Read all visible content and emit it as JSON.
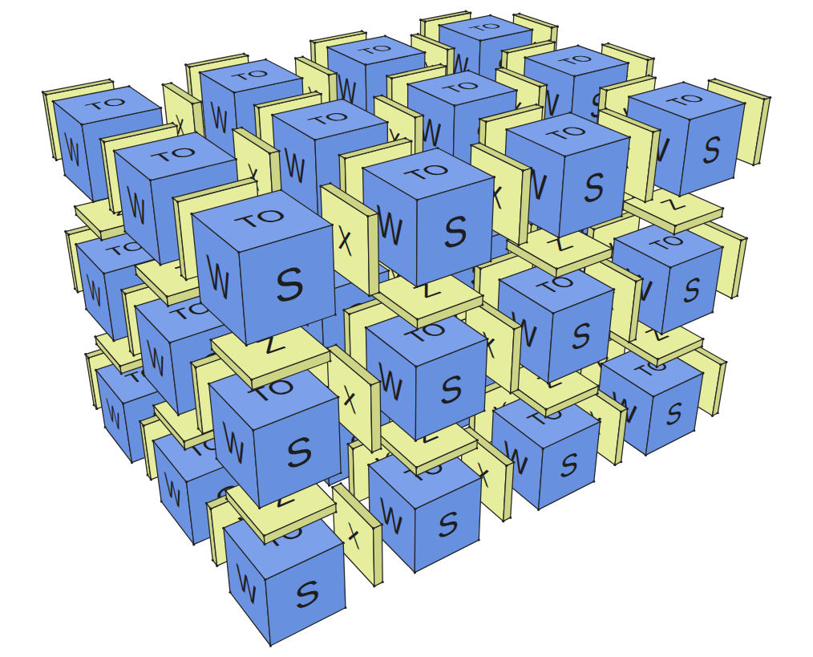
{
  "diagram": {
    "nodes": [
      {
        "text": [
          "TO",
          "W",
          "S"
        ]
      },
      {
        "text": [
          "X"
        ]
      },
      {
        "text": [
          "Y"
        ]
      },
      {
        "text": [
          "Z"
        ]
      },
      {
        "text": [
          "TO",
          "W",
          "S"
        ]
      },
      {
        "text": [
          "X"
        ]
      },
      {
        "text": [
          "Y"
        ]
      },
      {
        "text": [
          "Z"
        ]
      },
      {
        "text": [
          "TO",
          "W",
          "S"
        ]
      },
      {
        "text": [
          "X"
        ]
      },
      {
        "text": [
          "Y"
        ]
      },
      {
        "text": [
          "Z"
        ]
      },
      {
        "text": [
          "TO",
          "W",
          "S"
        ]
      },
      {
        "text": [
          "X"
        ]
      },
      {
        "text": [
          "Y"
        ]
      },
      {
        "text": [
          "Z"
        ]
      },
      {
        "text": [
          "TO",
          "W",
          "S"
        ]
      },
      {
        "text": [
          "X"
        ]
      },
      {
        "text": [
          "Y"
        ]
      },
      {
        "text": [
          "Z"
        ]
      },
      {
        "text": [
          "TO",
          "W",
          "S"
        ]
      },
      {
        "text": [
          "X"
        ]
      },
      {
        "text": [
          "Y"
        ]
      },
      {
        "text": [
          "Z"
        ]
      },
      {
        "text": [
          "TO",
          "W",
          "S"
        ]
      },
      {
        "text": [
          "X"
        ]
      },
      {
        "text": [
          "Y"
        ]
      },
      {
        "text": [
          "Z"
        ]
      },
      {
        "text": [
          "TO",
          "W",
          "S"
        ]
      },
      {
        "text": [
          "X"
        ]
      },
      {
        "text": [
          "Y"
        ]
      },
      {
        "text": [
          "Z"
        ]
      },
      {
        "text": [
          "TO",
          "W",
          "S"
        ]
      },
      {
        "text": [
          "X"
        ]
      },
      {
        "text": [
          "Y"
        ]
      },
      {
        "text": [
          "Z"
        ]
      },
      {
        "text": [
          "TO",
          "W",
          "S"
        ]
      },
      {
        "text": [
          "X"
        ]
      },
      {
        "text": [
          "Y"
        ]
      },
      {
        "text": [
          "Z"
        ]
      },
      {
        "text": [
          "TO",
          "W",
          "S"
        ]
      },
      {
        "text": [
          "X"
        ]
      },
      {
        "text": [
          "Y"
        ]
      },
      {
        "text": [
          "Z"
        ]
      },
      {
        "text": [
          "TO",
          "W",
          "S"
        ]
      },
      {
        "text": [
          "X"
        ]
      },
      {
        "text": [
          "Y"
        ]
      },
      {
        "text": [
          "Z"
        ]
      },
      {
        "text": [
          "TO",
          "W",
          "S"
        ]
      },
      {
        "text": [
          "X"
        ]
      },
      {
        "text": [
          "Y"
        ]
      },
      {
        "text": [
          "Z"
        ]
      },
      {
        "text": [
          "TO",
          "W",
          "S"
        ]
      },
      {
        "text": [
          "X"
        ]
      },
      {
        "text": [
          "Y"
        ]
      },
      {
        "text": [
          "Z"
        ]
      },
      {
        "text": [
          "TO",
          "W",
          "S"
        ]
      },
      {
        "text": [
          "X"
        ]
      },
      {
        "text": [
          "Y"
        ]
      },
      {
        "text": [
          "Z"
        ]
      },
      {
        "text": [
          "TO",
          "W",
          "S"
        ]
      },
      {
        "text": [
          "X"
        ]
      },
      {
        "text": [
          "Y"
        ]
      },
      {
        "text": [
          "Z"
        ]
      },
      {
        "text": [
          "TO",
          "W",
          "S"
        ]
      },
      {
        "text": [
          "X"
        ]
      },
      {
        "text": [
          "Y"
        ]
      },
      {
        "text": [
          "Z"
        ]
      },
      {
        "text": [
          "TO",
          "W",
          "S"
        ]
      },
      {
        "text": [
          "X"
        ]
      },
      {
        "text": [
          "Y"
        ]
      },
      {
        "text": [
          "Z"
        ]
      },
      {
        "text": [
          "TO",
          "W",
          "S"
        ]
      },
      {
        "text": [
          "X"
        ]
      },
      {
        "text": [
          "Y"
        ]
      },
      {
        "text": [
          "Z"
        ]
      },
      {
        "text": [
          "TO",
          "W",
          "S"
        ]
      },
      {
        "text": [
          "X"
        ]
      },
      {
        "text": [
          "Y"
        ]
      },
      {
        "text": [
          "Z"
        ]
      },
      {
        "text": [
          "TO",
          "W",
          "S"
        ]
      },
      {
        "text": [
          "X"
        ]
      },
      {
        "text": [
          "Y"
        ]
      },
      {
        "text": [
          "Z"
        ]
      },
      {
        "text": [
          "TO",
          "W",
          "S"
        ]
      },
      {
        "text": [
          "X"
        ]
      },
      {
        "text": [
          "Y"
        ]
      },
      {
        "text": [
          "Z"
        ]
      },
      {
        "text": [
          "TO",
          "W",
          "S"
        ]
      },
      {
        "text": [
          "X"
        ]
      },
      {
        "text": [
          "Y"
        ]
      },
      {
        "text": [
          "Z"
        ]
      },
      {
        "text": [
          "TO",
          "W",
          "S"
        ]
      },
      {
        "text": [
          "X"
        ]
      },
      {
        "text": [
          "Y"
        ]
      },
      {
        "text": [
          "Z"
        ]
      },
      {
        "text": [
          "TO",
          "W",
          "S"
        ]
      },
      {
        "text": [
          "X"
        ]
      },
      {
        "text": [
          "Y"
        ]
      },
      {
        "text": [
          "TO",
          "W",
          "S"
        ]
      },
      {
        "text": [
          "X"
        ]
      },
      {
        "text": [
          "Y"
        ]
      },
      {
        "text": [
          "TO",
          "W",
          "S"
        ]
      },
      {
        "text": [
          "X"
        ]
      },
      {
        "text": [
          "Y"
        ]
      },
      {
        "text": [
          "TO",
          "W",
          "S"
        ]
      },
      {
        "text": [
          "X"
        ]
      },
      {
        "text": [
          "Y"
        ]
      },
      {
        "text": [
          "TO",
          "W",
          "S"
        ]
      },
      {
        "text": [
          "X"
        ]
      },
      {
        "text": [
          "Y"
        ]
      },
      {
        "text": [
          "TO",
          "W",
          "S"
        ]
      },
      {
        "text": [
          "X"
        ]
      },
      {
        "text": [
          "Y"
        ]
      },
      {
        "text": [
          "TO",
          "W",
          "S"
        ]
      },
      {
        "text": [
          "X"
        ]
      },
      {
        "text": [
          "Y"
        ]
      },
      {
        "text": [
          "TO",
          "W",
          "S"
        ]
      },
      {
        "text": [
          "X"
        ]
      },
      {
        "text": [
          "Y"
        ]
      },
      {
        "text": [
          "TO",
          "W",
          "S"
        ]
      },
      {
        "text": [
          "X"
        ]
      },
      {
        "text": [
          "Y"
        ]
      },
      {
        "text": [
          "TO",
          "W",
          "S"
        ]
      },
      {
        "text": [
          "X"
        ]
      },
      {
        "text": [
          "Y"
        ]
      },
      {
        "text": [
          "TO",
          "W",
          "S"
        ]
      },
      {
        "text": [
          "X"
        ]
      },
      {
        "text": [
          "Y"
        ]
      },
      {
        "text": [
          "TO",
          "W",
          "S"
        ]
      },
      {
        "text": [
          "X"
        ]
      },
      {
        "text": [
          "Y"
        ]
      }
    ]
  }
}
